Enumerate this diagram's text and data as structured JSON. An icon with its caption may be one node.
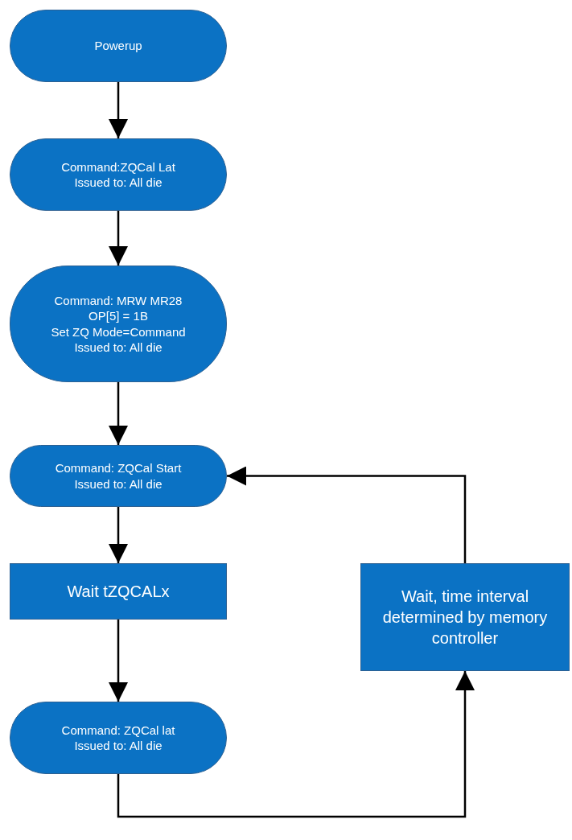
{
  "diagram": {
    "nodes": [
      {
        "text": [
          "Powerup"
        ]
      },
      {
        "text": [
          "Command:ZQCal Lat",
          "Issued to: All die"
        ]
      },
      {
        "text": [
          "Command: MRW MR28",
          "OP[5] = 1B",
          "Set ZQ Mode=Command",
          "Issued to: All die"
        ]
      },
      {
        "text": [
          "Command: ZQCal Start",
          "Issued to: All die"
        ]
      },
      {
        "text": [
          "Wait tZQCALx"
        ]
      },
      {
        "text": [
          "Command: ZQCal lat",
          "Issued to: All die"
        ]
      },
      {
        "text": [
          "Wait, time interval determined by memory controller"
        ]
      }
    ],
    "edges": [
      {
        "from": 0,
        "to": 1,
        "arrow": "to"
      },
      {
        "from": 1,
        "to": 2,
        "arrow": "to"
      },
      {
        "from": 2,
        "to": 3,
        "arrow": "to"
      },
      {
        "from": 3,
        "to": 4,
        "arrow": "to"
      },
      {
        "from": 4,
        "to": 5,
        "arrow": "to"
      },
      {
        "from": 5,
        "to": 6,
        "arrow": "to"
      },
      {
        "from": 6,
        "to": 3,
        "arrow": "to"
      }
    ]
  }
}
